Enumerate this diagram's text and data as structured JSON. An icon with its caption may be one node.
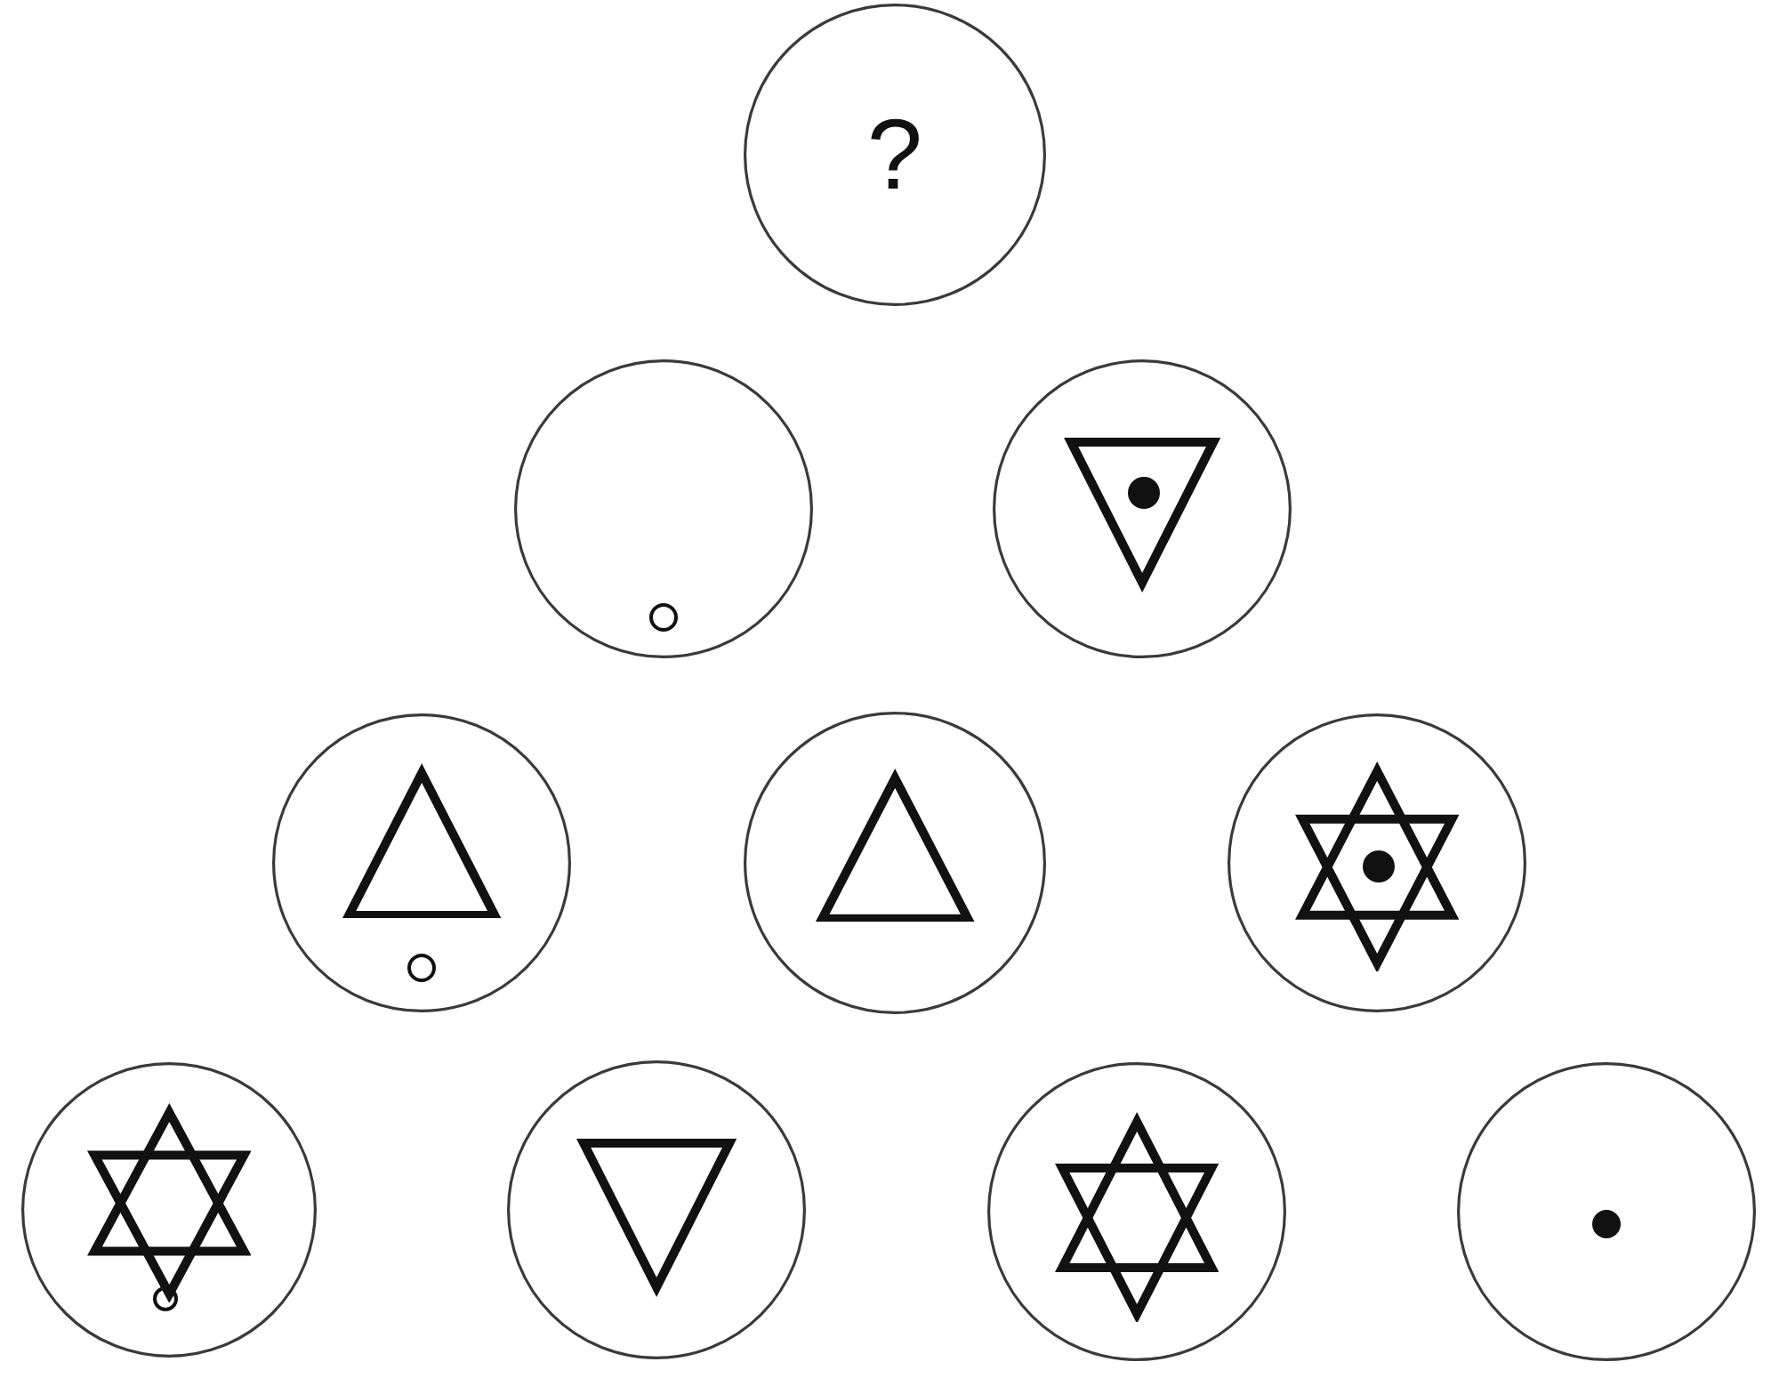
{
  "diagram": {
    "nodes": [
      {
        "text": [
          "?"
        ]
      },
      {
        "text": [],
        "shape": "circle"
      },
      {
        "text": [],
        "shape": "circle"
      },
      {
        "text": [],
        "shape": "circle"
      },
      {
        "text": [],
        "shape": "circle"
      },
      {
        "text": [],
        "shape": "circle"
      },
      {
        "text": [],
        "shape": "circle"
      },
      {
        "text": [],
        "shape": "circle"
      },
      {
        "text": [],
        "shape": "circle"
      },
      {
        "text": [],
        "shape": "circle"
      }
    ]
  }
}
